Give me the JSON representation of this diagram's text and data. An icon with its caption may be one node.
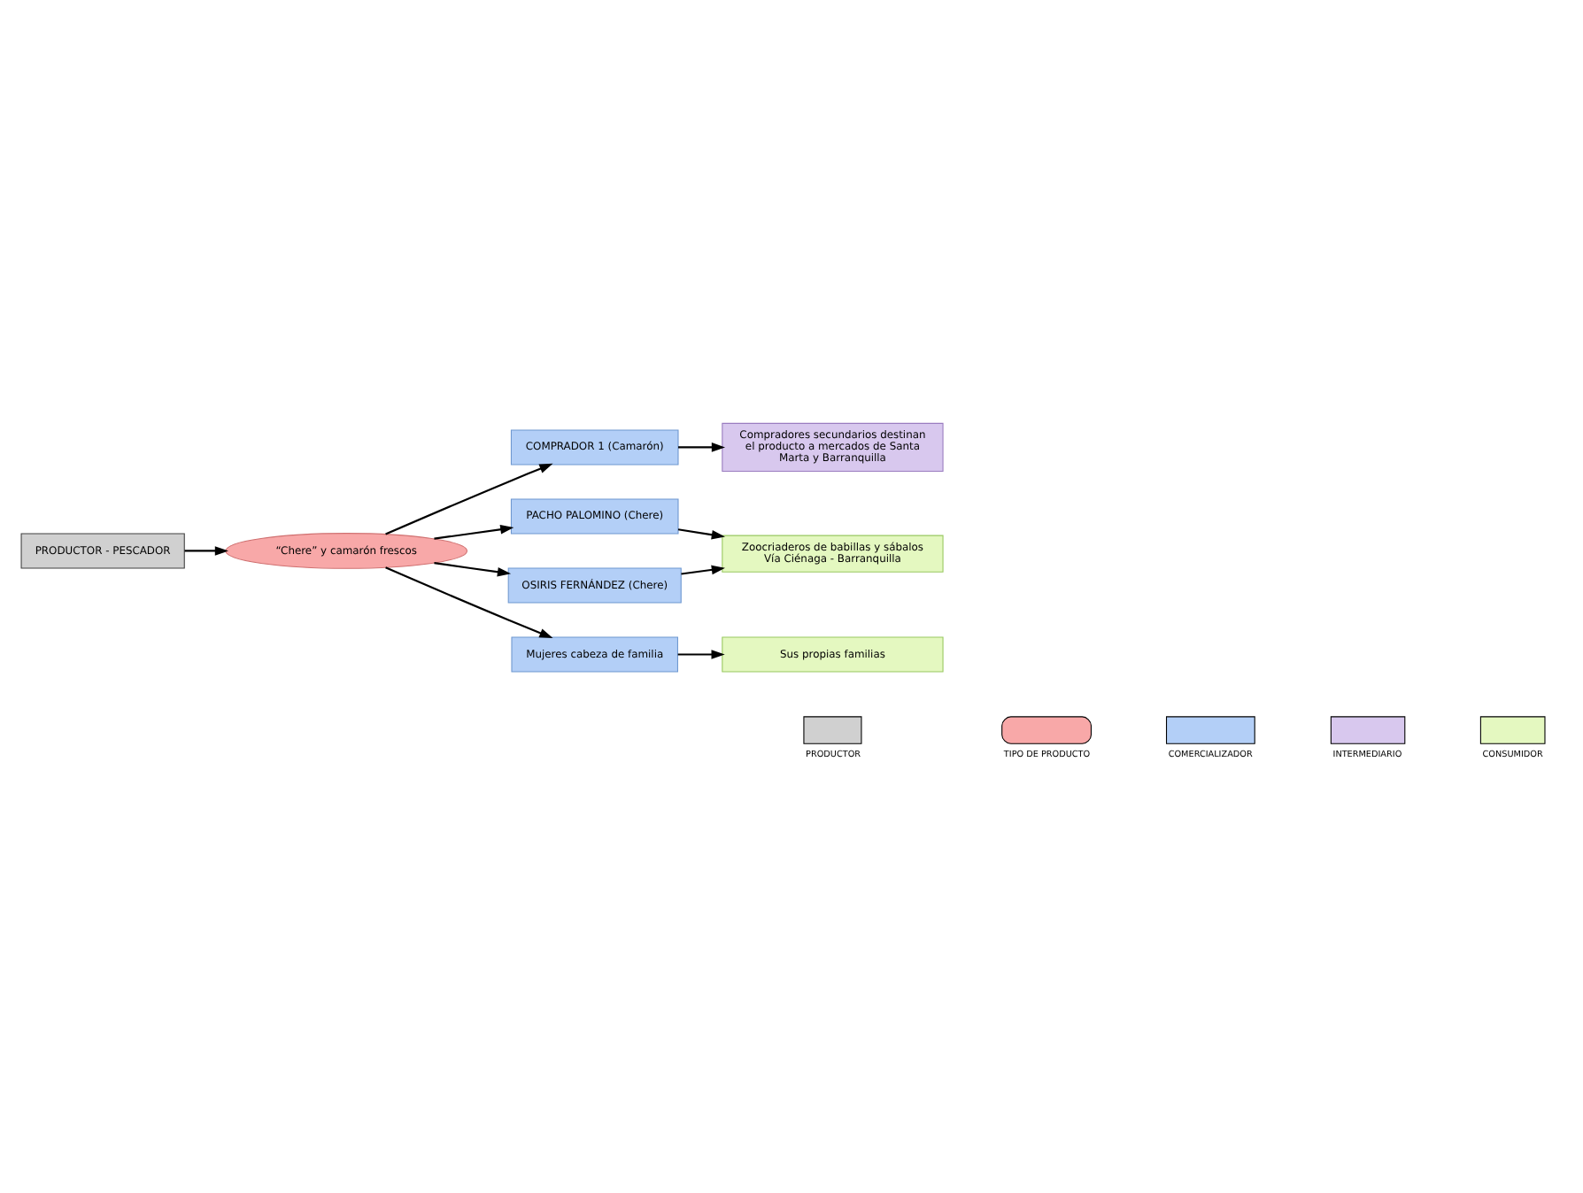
{
  "diagram": {
    "nodes": [
      {
        "text": [
          "PRODUCTOR - PESCADOR"
        ]
      },
      {
        "text": [
          "“Chere” y camarón frescos"
        ]
      },
      {
        "text": [
          "COMPRADOR 1 (Camarón)"
        ]
      },
      {
        "text": [
          "PACHO PALOMINO (Chere)"
        ]
      },
      {
        "text": [
          "OSIRIS FERNÁNDEZ (Chere)"
        ]
      },
      {
        "text": [
          "Mujeres cabeza de familia"
        ]
      },
      {
        "text": [
          "Compradores secundarios destinan el producto a mercados de Santa Marta y Barranquilla"
        ]
      },
      {
        "text": [
          "Zoocriaderos de babillas y sábalos",
          "Vía Ciénaga - Barranquilla"
        ]
      },
      {
        "text": [
          "Sus propias familias"
        ]
      }
    ],
    "edges": [
      {
        "from": 0,
        "to": 1,
        "arrow": "to"
      },
      {
        "from": 1,
        "to": 2,
        "arrow": "to"
      },
      {
        "from": 1,
        "to": 3,
        "arrow": "to"
      },
      {
        "from": 1,
        "to": 4,
        "arrow": "to"
      },
      {
        "from": 1,
        "to": 5,
        "arrow": "to"
      },
      {
        "from": 2,
        "to": 6,
        "arrow": "to"
      },
      {
        "from": 3,
        "to": 7,
        "arrow": "to"
      },
      {
        "from": 4,
        "to": 7,
        "arrow": "to"
      },
      {
        "from": 5,
        "to": 8,
        "arrow": "to"
      }
    ],
    "legend": [
      {
        "text": "PRODUCTOR",
        "color": "#d0d0d0"
      },
      {
        "text": "TIPO DE PRODUCTO",
        "color": "#f8a8a8"
      },
      {
        "text": "COMERCIALIZADOR",
        "color": "#b3cff7"
      },
      {
        "text": "INTERMEDIARIO",
        "color": "#d8c8ee"
      },
      {
        "text": "CONSUMIDOR",
        "color": "#e4f8c0"
      }
    ]
  }
}
